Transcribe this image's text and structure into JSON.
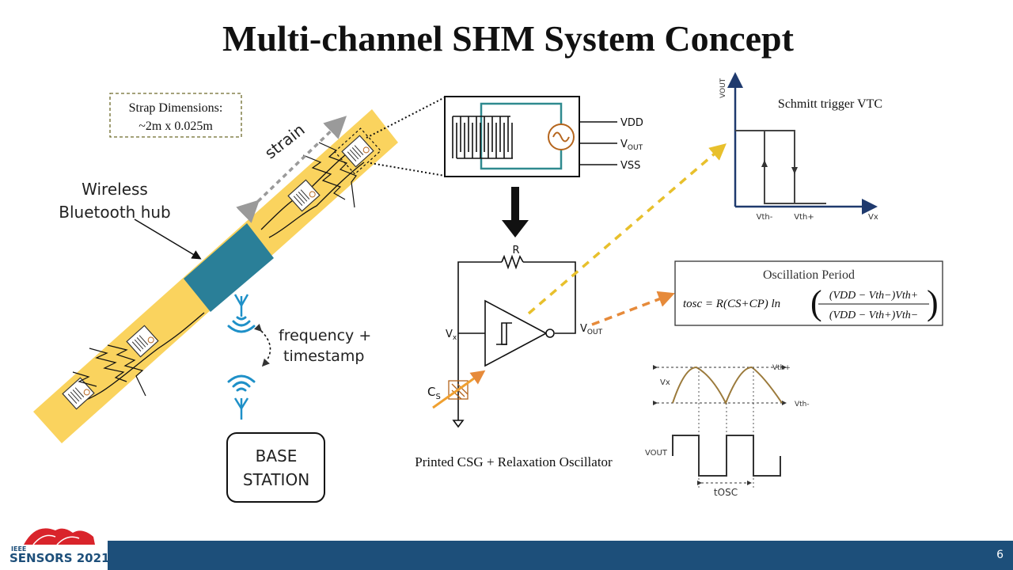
{
  "slide": {
    "title": "Multi-channel SHM System Concept",
    "page_number": "6"
  },
  "logo": {
    "line1": "IEEE",
    "line2": "SENSORS 2021"
  },
  "strap": {
    "dimensions_title": "Strap Dimensions:",
    "dimensions_value": "~2m x 0.025m",
    "strain_label": "strain"
  },
  "hub": {
    "label_line1": "Wireless",
    "label_line2": "Bluetooth hub"
  },
  "link": {
    "label_line1": "frequency +",
    "label_line2": "timestamp"
  },
  "base_station": {
    "line1": "BASE",
    "line2": "STATION"
  },
  "sensor_pins": {
    "vdd": "VDD",
    "vout_main": "V",
    "vout_sub": "OUT",
    "vss": "VSS"
  },
  "oscillator": {
    "r_label": "R",
    "vx_main": "V",
    "vx_sub": "x",
    "vout_main": "V",
    "vout_sub": "OUT",
    "cs_main": "C",
    "cs_sub": "S",
    "caption": "Printed CSG + Relaxation Oscillator"
  },
  "vtc": {
    "title": "Schmitt trigger VTC",
    "y_label": "VOUT",
    "x_label": "Vx",
    "tick_minus": "Vth-",
    "tick_plus": "Vth+"
  },
  "period": {
    "title": "Oscillation Period",
    "formula_lhs": "tosc = R(CS+CP) ln",
    "numerator": "(VDD − Vth−)Vth+",
    "denominator": "(VDD − Vth+)Vth−"
  },
  "waveform": {
    "vx_label": "Vx",
    "vth_plus": "Vth+",
    "vth_minus": "Vth-",
    "vout_label": "VOUT",
    "tosc_label": "tOSC"
  },
  "colors": {
    "strap": "#fad35e",
    "hub": "#2a7f98",
    "arrow_yellow": "#e8c02c",
    "arrow_orange": "#e68a3a",
    "footer": "#1d4f7a",
    "wifi": "#1e90c8",
    "sensor_brown": "#b5651d",
    "sensor_border": "#2f8a8f",
    "waveform_brown": "#9b7a3b"
  }
}
